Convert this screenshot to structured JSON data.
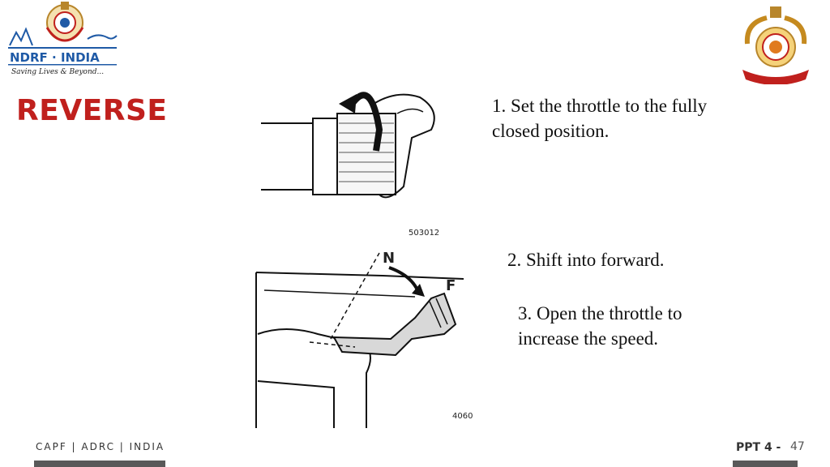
{
  "slide": {
    "title": "REVERSE",
    "steps": [
      "1. Set the throttle to the fully closed position.",
      "2. Shift into forward.",
      "3. Open the throttle to increase the speed."
    ]
  },
  "logo_left": {
    "name": "NDRF · INDIA",
    "tagline": "Saving Lives & Beyond..."
  },
  "diagram_top": {
    "code": "503012"
  },
  "diagram_bottom": {
    "label_n": "N",
    "label_f": "F",
    "code": "4060"
  },
  "footer": {
    "left_text": "CAPF | ADRC | INDIA",
    "right_text": "PPT 4 -",
    "page_number": "47"
  },
  "colors": {
    "title": "#c0201d",
    "footer_bar": "#595959",
    "logo_blue": "#1f5aa6"
  }
}
